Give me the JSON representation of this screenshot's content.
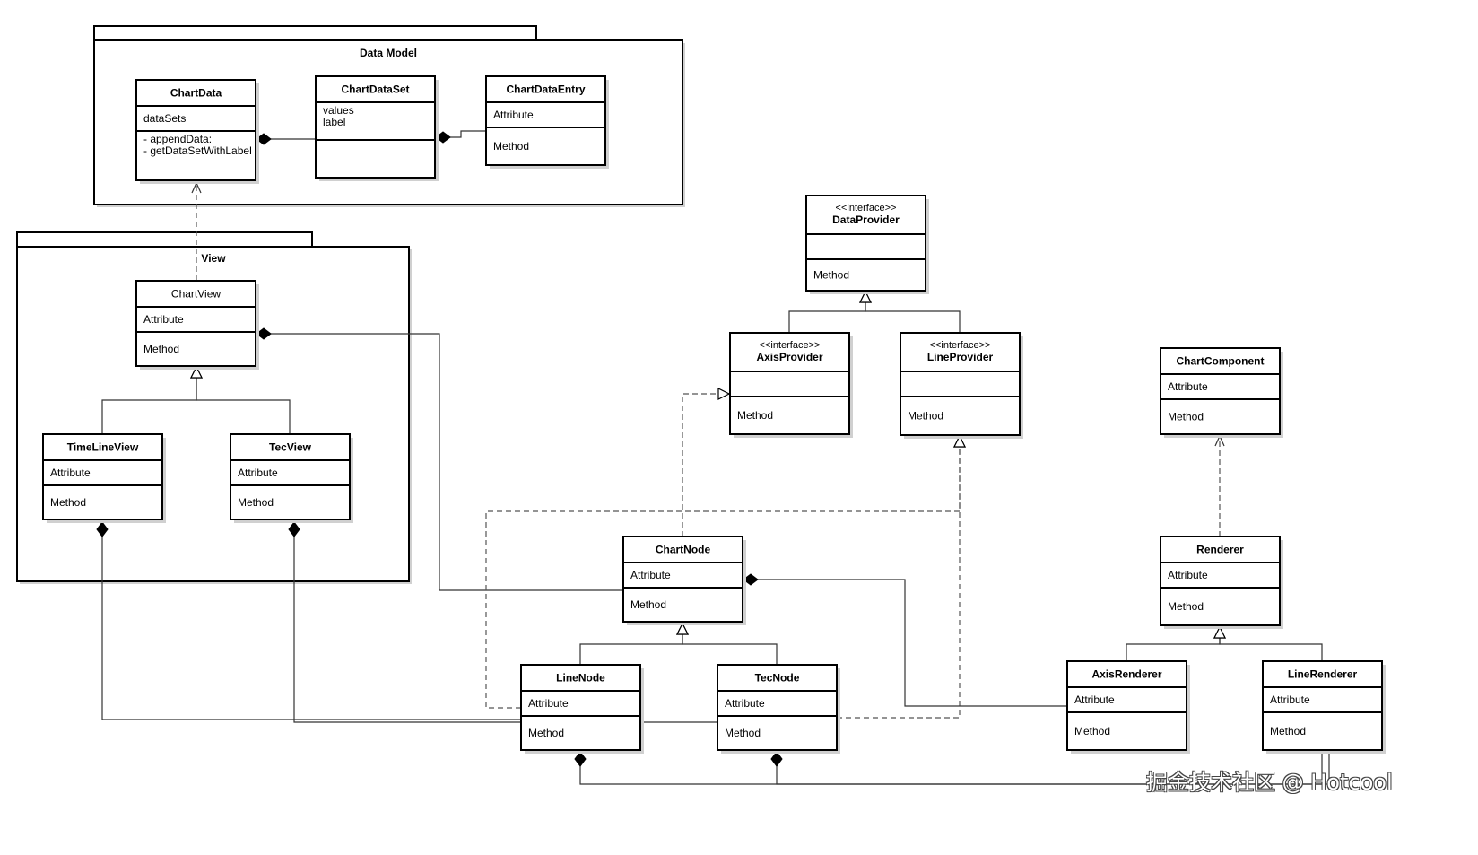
{
  "packages": [
    {
      "id": "data_model",
      "title": "Data Model"
    },
    {
      "id": "view",
      "title": "View"
    }
  ],
  "classes": [
    {
      "id": "chartdata",
      "name": "ChartData",
      "sections": [
        [
          "dataSets"
        ],
        [
          "- appendData:",
          "- getDataSetWithLabel"
        ]
      ]
    },
    {
      "id": "chartdataset",
      "name": "ChartDataSet",
      "sections": [
        [
          "values",
          "label"
        ],
        []
      ]
    },
    {
      "id": "chartdataentry",
      "name": "ChartDataEntry",
      "sections": [
        [
          "Attribute"
        ],
        [
          "Method"
        ]
      ]
    },
    {
      "id": "chartview",
      "name": "ChartView",
      "bold": false,
      "sections": [
        [
          "Attribute"
        ],
        [
          "Method"
        ]
      ]
    },
    {
      "id": "timelineview",
      "name": "TimeLineView",
      "sections": [
        [
          "Attribute"
        ],
        [
          "Method"
        ]
      ]
    },
    {
      "id": "tecview",
      "name": "TecView",
      "sections": [
        [
          "Attribute"
        ],
        [
          "Method"
        ]
      ]
    },
    {
      "id": "dataprovider",
      "stereotype": "<<interface>>",
      "name": "DataProvider",
      "sections": [
        [],
        [
          "Method"
        ]
      ]
    },
    {
      "id": "axisprovider",
      "stereotype": "<<interface>>",
      "name": "AxisProvider",
      "sections": [
        [],
        [
          "Method"
        ]
      ]
    },
    {
      "id": "lineprovider",
      "stereotype": "<<interface>>",
      "name": "LineProvider",
      "sections": [
        [],
        [
          "Method"
        ]
      ]
    },
    {
      "id": "chartcomponent",
      "name": "ChartComponent",
      "sections": [
        [
          "Attribute"
        ],
        [
          "Method"
        ]
      ]
    },
    {
      "id": "chartnode",
      "name": "ChartNode",
      "sections": [
        [
          "Attribute"
        ],
        [
          "Method"
        ]
      ]
    },
    {
      "id": "renderer",
      "name": "Renderer",
      "sections": [
        [
          "Attribute"
        ],
        [
          "Method"
        ]
      ]
    },
    {
      "id": "linenode",
      "name": "LineNode",
      "sections": [
        [
          "Attribute"
        ],
        [
          "Method"
        ]
      ]
    },
    {
      "id": "tecnode",
      "name": "TecNode",
      "sections": [
        [
          "Attribute"
        ],
        [
          "Method"
        ]
      ]
    },
    {
      "id": "axisrenderer",
      "name": "AxisRenderer",
      "sections": [
        [
          "Attribute"
        ],
        [
          "Method"
        ]
      ]
    },
    {
      "id": "linerenderer",
      "name": "LineRenderer",
      "sections": [
        [
          "Attribute"
        ],
        [
          "Method"
        ]
      ]
    }
  ],
  "relations": [
    {
      "id": "chartdata-chartdataset",
      "type": "composition",
      "from": "chartdataset",
      "to": "chartdata"
    },
    {
      "id": "chartdataset-chartdataentry",
      "type": "composition",
      "from": "chartdataentry",
      "to": "chartdataset"
    },
    {
      "id": "chartview-chartdata",
      "type": "dependency",
      "from": "chartview",
      "to": "chartdata"
    },
    {
      "id": "timelineview-chartview",
      "type": "generalization",
      "from": "timelineview",
      "to": "chartview"
    },
    {
      "id": "tecview-chartview",
      "type": "generalization",
      "from": "tecview",
      "to": "chartview"
    },
    {
      "id": "chartnode-chartview",
      "type": "composition",
      "from": "chartnode",
      "to": "chartview"
    },
    {
      "id": "linenode-timelineview",
      "type": "composition",
      "from": "linenode",
      "to": "timelineview"
    },
    {
      "id": "tecnode-tecview",
      "type": "composition",
      "from": "tecnode",
      "to": "tecview"
    },
    {
      "id": "axisprovider-dataprovider",
      "type": "generalization",
      "from": "axisprovider",
      "to": "dataprovider"
    },
    {
      "id": "lineprovider-dataprovider",
      "type": "generalization",
      "from": "lineprovider",
      "to": "dataprovider"
    },
    {
      "id": "chartnode-axisprovider",
      "type": "realization",
      "from": "chartnode",
      "to": "axisprovider"
    },
    {
      "id": "linenode-lineprovider",
      "type": "realization",
      "from": "linenode",
      "to": "lineprovider"
    },
    {
      "id": "tecnode-lineprovider",
      "type": "realization",
      "from": "tecnode",
      "to": "lineprovider"
    },
    {
      "id": "linenode-chartnode",
      "type": "generalization",
      "from": "linenode",
      "to": "chartnode"
    },
    {
      "id": "tecnode-chartnode",
      "type": "generalization",
      "from": "tecnode",
      "to": "chartnode"
    },
    {
      "id": "axisrenderer-chartnode",
      "type": "composition",
      "from": "axisrenderer",
      "to": "chartnode"
    },
    {
      "id": "renderer-chartcomponent",
      "type": "dependency",
      "from": "renderer",
      "to": "chartcomponent"
    },
    {
      "id": "axisrenderer-renderer",
      "type": "generalization",
      "from": "axisrenderer",
      "to": "renderer"
    },
    {
      "id": "linerenderer-renderer",
      "type": "generalization",
      "from": "linerenderer",
      "to": "renderer"
    },
    {
      "id": "linerenderer-linenode",
      "type": "composition",
      "from": "linerenderer",
      "to": "linenode"
    },
    {
      "id": "linerenderer-tecnode",
      "type": "composition",
      "from": "linerenderer",
      "to": "tecnode"
    }
  ],
  "watermark": "掘金技术社区 @ Hotcool"
}
